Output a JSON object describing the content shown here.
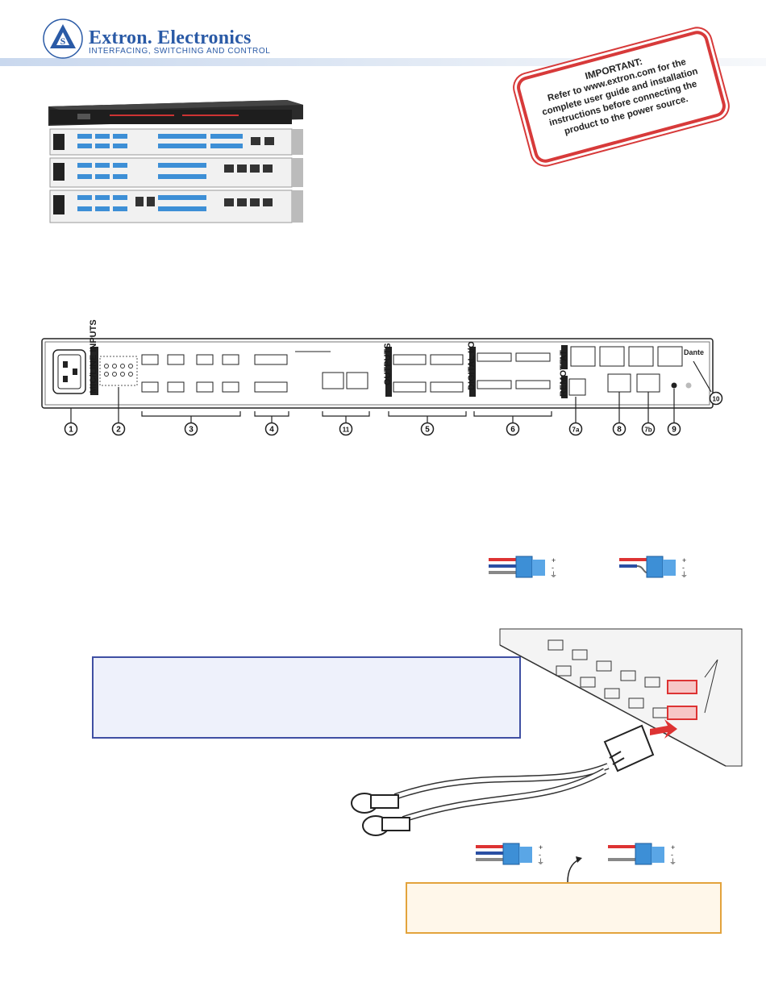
{
  "header": {
    "brand_name": "Extron. Electronics",
    "tagline": "INTERFACING, SWITCHING AND CONTROL"
  },
  "important_notice": {
    "title": "IMPORTANT:",
    "body": "Refer to www.extron.com for the complete user guide and installation instructions before connecting the product to the power source."
  },
  "rear_panel": {
    "section_labels": [
      "MIC/LINE INPUTS",
      "OUTPUTS",
      "DIGITAL I/O",
      "REMOTE",
      "AT"
    ],
    "dante_logo": "Dante",
    "callouts": [
      "1",
      "2",
      "3",
      "4",
      "11",
      "5",
      "6",
      "7a",
      "8",
      "7b",
      "9",
      "10"
    ]
  },
  "wiring": {
    "polarity_labels": [
      "+",
      "-",
      "⏚"
    ]
  },
  "colors": {
    "brand_blue": "#2a5aa6",
    "stamp_red": "#d73a3a",
    "note_blue_border": "#3f4fa3",
    "note_orange_border": "#e3a33c",
    "connector_blue": "#3d8fd6"
  }
}
